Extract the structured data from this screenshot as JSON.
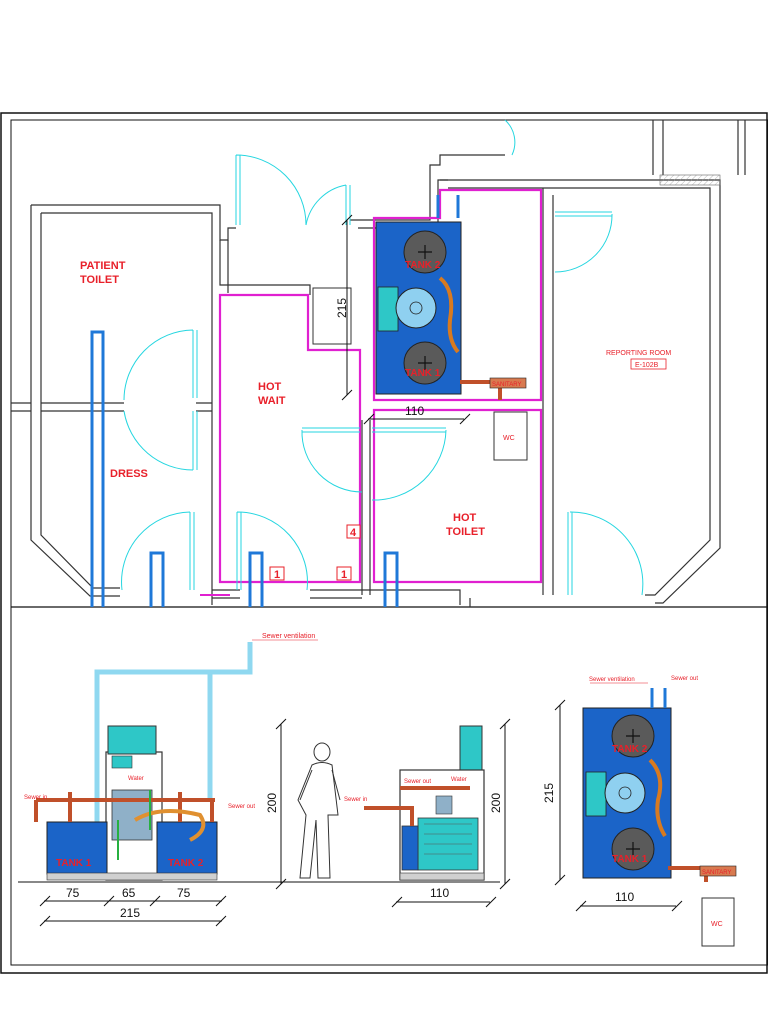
{
  "rooms": {
    "patient_toilet": [
      "PATIENT",
      "TOILET"
    ],
    "hot_wait": [
      "HOT",
      "WAIT"
    ],
    "dress": "DRESS",
    "hot_toilet": [
      "HOT",
      "TOILET"
    ],
    "reporting_room": "REPORTING  ROOM",
    "reporting_room_code": "E-102B"
  },
  "markers": {
    "m4": "4",
    "m1a": "1",
    "m1b": "1"
  },
  "plan_labels": {
    "tank_top": "TANK 2",
    "tank_bottom": "TANK 1",
    "sanitary": "SANITARY",
    "wc": "WC",
    "dim_215": "215",
    "dim_110": "110"
  },
  "elevation_front": {
    "sewer_ventilation": "Sewer ventilation",
    "sewer_in": "Sewer in",
    "sewer_out": "Sewer out",
    "water": "Water",
    "tank1": "TANK 1",
    "tank2": "TANK 2",
    "dim_75a": "75",
    "dim_65": "65",
    "dim_75b": "75",
    "dim_215": "215",
    "dim_200": "200"
  },
  "elevation_side": {
    "sewer_in": "Sewer in",
    "sewer_out": "Sewer out",
    "water": "Water",
    "dim_200": "200",
    "dim_110": "110"
  },
  "plan_detail": {
    "sewer_ventilation": "Sewer ventilation",
    "sewer_out": "Sewer out",
    "tank_top": "TANK 2",
    "tank_bottom": "TANK 1",
    "sanitary": "SANITARY",
    "wc": "WC",
    "dim_215": "215",
    "dim_110": "110"
  }
}
